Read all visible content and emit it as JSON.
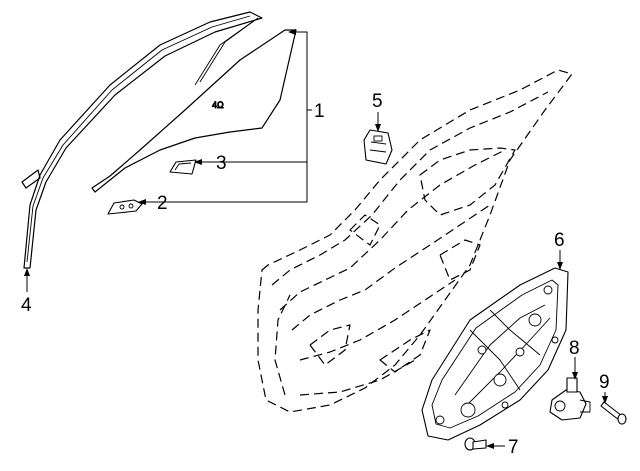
{
  "diagram": {
    "callouts": [
      {
        "id": "1",
        "label": "1"
      },
      {
        "id": "2",
        "label": "2"
      },
      {
        "id": "3",
        "label": "3"
      },
      {
        "id": "4",
        "label": "4"
      },
      {
        "id": "5",
        "label": "5"
      },
      {
        "id": "6",
        "label": "6"
      },
      {
        "id": "7",
        "label": "7"
      },
      {
        "id": "8",
        "label": "8"
      },
      {
        "id": "9",
        "label": "9"
      }
    ],
    "glass_marking": "4Ω"
  }
}
